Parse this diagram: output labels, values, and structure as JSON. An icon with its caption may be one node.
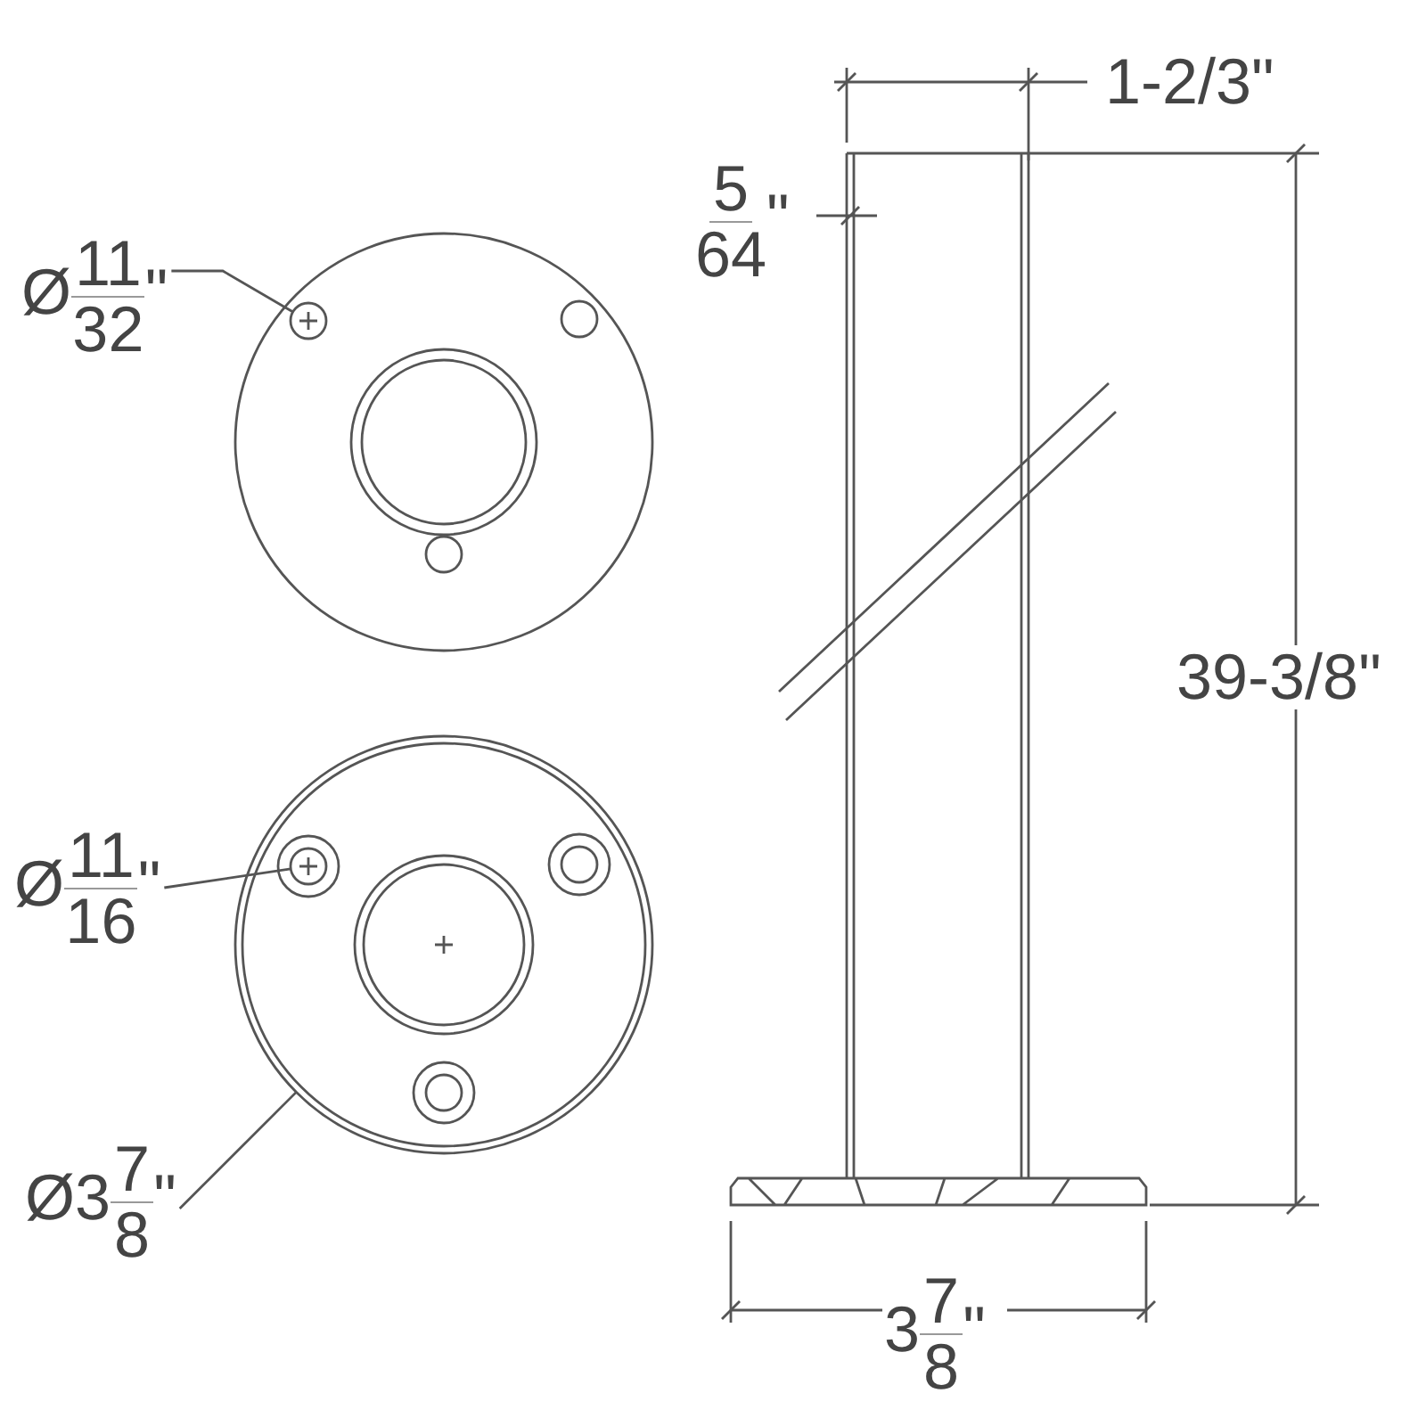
{
  "diagram": {
    "nodes": [
      {
        "text": [
          "Ø$^{11}$$_{32}$\""
        ]
      },
      {
        "text": [],
        "shape": "circle"
      },
      {
        "text": [
          "Ø$^{11}$$_{16}$\""
        ]
      },
      {
        "text": [],
        "shape": "circle",
        "in": 5
      },
      {
        "text": [
          "Ø3$^{7}$$_{8}$\""
        ]
      },
      {
        "text": [],
        "shape": "circle"
      }
    ],
    "edges": [
      {
        "from": 0,
        "to": 1,
        "arrow": "none"
      },
      {
        "from": 2,
        "to": 3,
        "arrow": "none"
      },
      {
        "from": 4,
        "to": 5,
        "arrow": "none"
      }
    ],
    "labels": [
      "1-2/3\"",
      "$^{5}$$_{64}$\"",
      "39-3/8\"",
      "3$^{7}$$_{8}$\""
    ]
  }
}
